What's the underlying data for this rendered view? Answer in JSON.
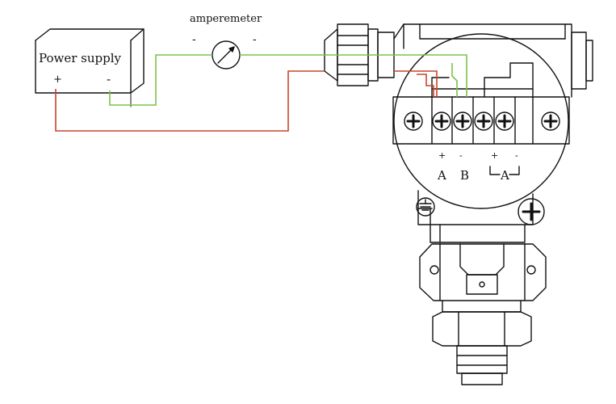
{
  "labels": {
    "power_supply": "Power supply",
    "ps_plus": "+",
    "ps_minus": "-",
    "amperemeter": "amperemeter",
    "am_minus_left": "-",
    "am_minus_right": "-",
    "term_sign_1": "+",
    "term_sign_2": "-",
    "term_sign_3": "+",
    "term_sign_4": "-",
    "term_A": "A",
    "term_B": "B",
    "term_A2": "A"
  },
  "colors": {
    "line": "#111111",
    "wire_green": "#7dc24b",
    "wire_red": "#c8452d"
  }
}
